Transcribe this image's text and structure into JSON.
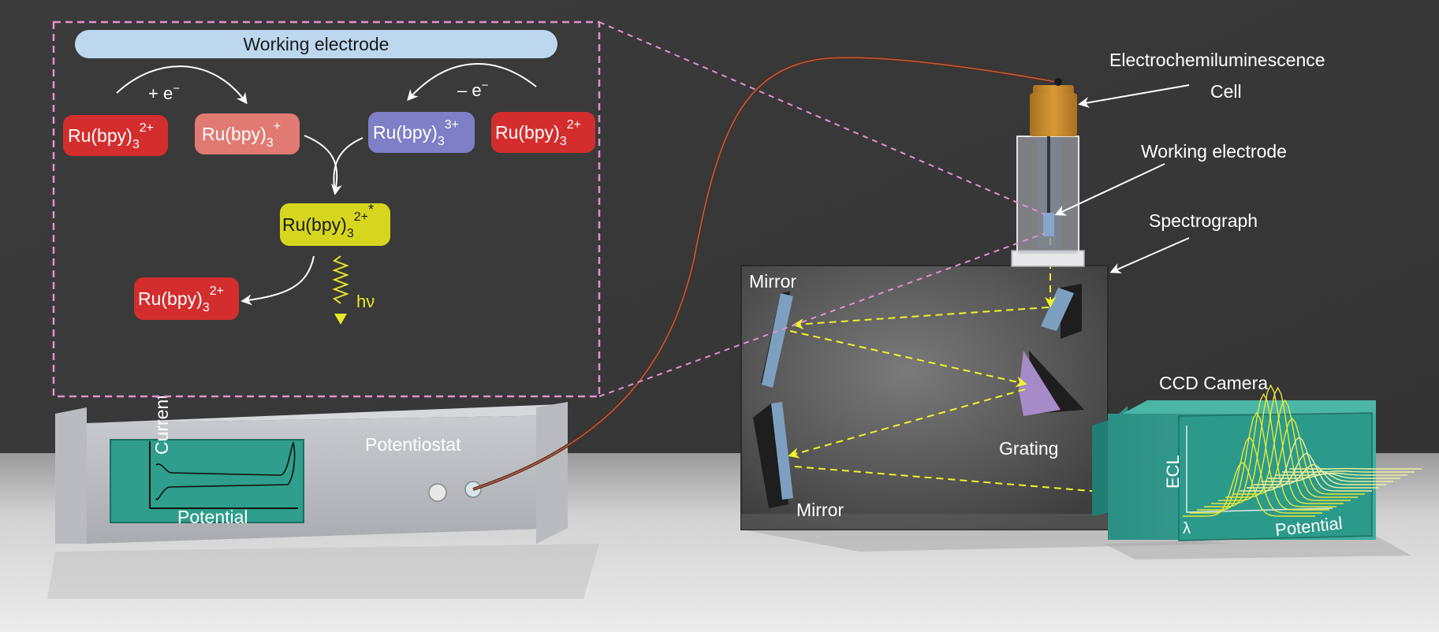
{
  "mechanism": {
    "working_electrode": "Working electrode",
    "plus_e": "+ e",
    "minus_e": "– e",
    "electron_sup": "−",
    "species_base": "Ru(bpy)",
    "subscript": "3",
    "species": [
      {
        "charge": "2+",
        "color": "#d42d2d"
      },
      {
        "charge": "+",
        "color": "#e07a72"
      },
      {
        "charge": "3+",
        "color": "#7e7fc6"
      },
      {
        "charge": "2+",
        "color": "#d42d2d"
      }
    ],
    "excited": {
      "charge": "2+",
      "star": "*",
      "color": "#d6d61f"
    },
    "product": {
      "charge": "2+",
      "color": "#d42d2d"
    },
    "hv": "hν",
    "colors": {
      "arrow": "#ffffff",
      "photon": "#e6e62a",
      "dash_box": "#e58fd0",
      "pill": "#bcd7ee"
    }
  },
  "labels": {
    "ecl_cell_line1": "Electrochemiluminescence",
    "ecl_cell_line2": "Cell",
    "working_electrode": "Working electrode",
    "spectrograph": "Spectrograph",
    "mirror_top": "Mirror",
    "mirror_bottom": "Mirror",
    "grating": "Grating",
    "ccd_camera": "CCD Camera",
    "potentiostat": "Potentiostat"
  },
  "potentiostat_screen": {
    "ylabel": "Current",
    "xlabel": "Potential"
  },
  "ccd_screen": {
    "ylabel": "ECL",
    "x_lambda": "λ",
    "xlabel": "Potential"
  }
}
